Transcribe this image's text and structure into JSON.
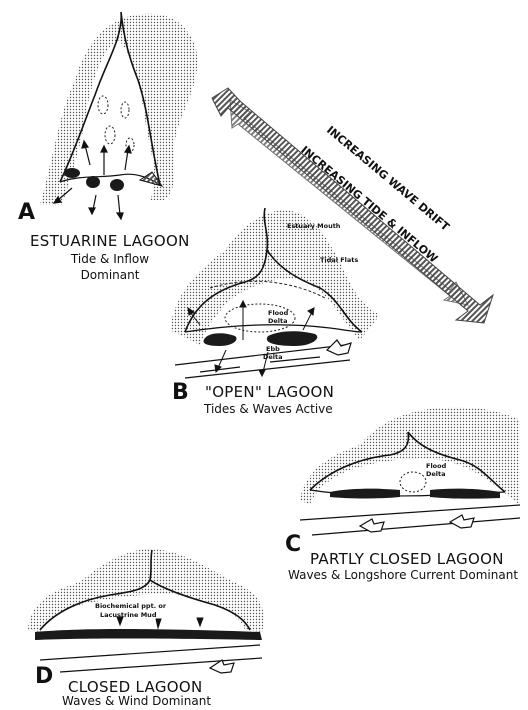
{
  "panels": {
    "a": {
      "letter": "A",
      "title": "ESTUARINE LAGOON",
      "subtitle_1": "Tide & Inflow",
      "subtitle_2": "Dominant"
    },
    "b": {
      "letter": "B",
      "title": "\"OPEN\" LAGOON",
      "subtitle": "Tides & Waves Active",
      "estuary_mouth": "Estuary Mouth",
      "tidal_flats": "Tidal Flats",
      "flood_delta_1": "Flood",
      "flood_delta_2": "Delta",
      "ebb_delta_1": "Ebb",
      "ebb_delta_2": "Delta"
    },
    "c": {
      "letter": "C",
      "title": "PARTLY CLOSED LAGOON",
      "subtitle": "Waves & Longshore Current Dominant",
      "flood_delta_1": "Flood",
      "flood_delta_2": "Delta"
    },
    "d": {
      "letter": "D",
      "title": "CLOSED LAGOON",
      "subtitle": "Waves & Wind Dominant",
      "mud_1": "Biochemical ppt. or",
      "mud_2": "Lacustrine Mud"
    }
  },
  "trend_arrows": {
    "wave_drift": "INCREASING WAVE DRIFT",
    "tide_inflow": "INCREASING TIDE & INFLOW"
  }
}
